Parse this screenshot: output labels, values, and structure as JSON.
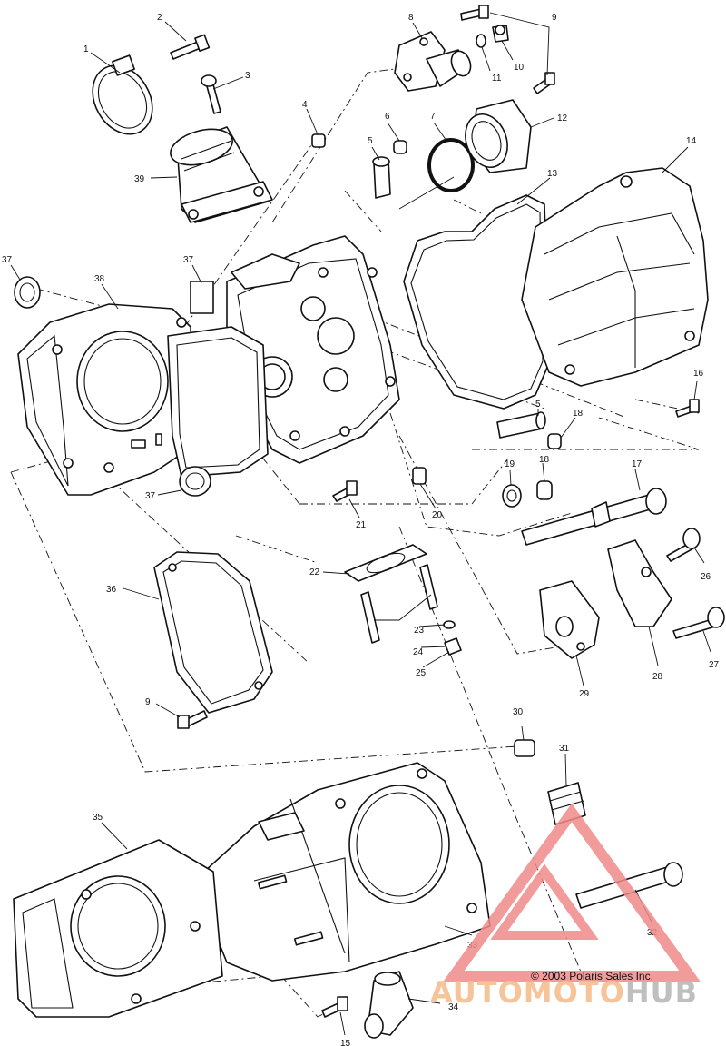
{
  "diagram": {
    "copyright": "© 2003 Polaris Sales Inc.",
    "watermark": {
      "part1": "AUTOMOTO",
      "part2": "HUB",
      "colors": {
        "triangle": "#f08a8a",
        "text1": "#f7c49a",
        "text2": "#bfbfbf"
      }
    },
    "callouts": [
      "1",
      "2",
      "3",
      "4",
      "5",
      "6",
      "7",
      "8",
      "9",
      "10",
      "11",
      "12",
      "13",
      "14",
      "15",
      "16",
      "17",
      "18",
      "19",
      "20",
      "21",
      "22",
      "23",
      "24",
      "25",
      "26",
      "27",
      "28",
      "29",
      "30",
      "31",
      "32",
      "33",
      "34",
      "35",
      "36",
      "37",
      "38",
      "39"
    ]
  }
}
